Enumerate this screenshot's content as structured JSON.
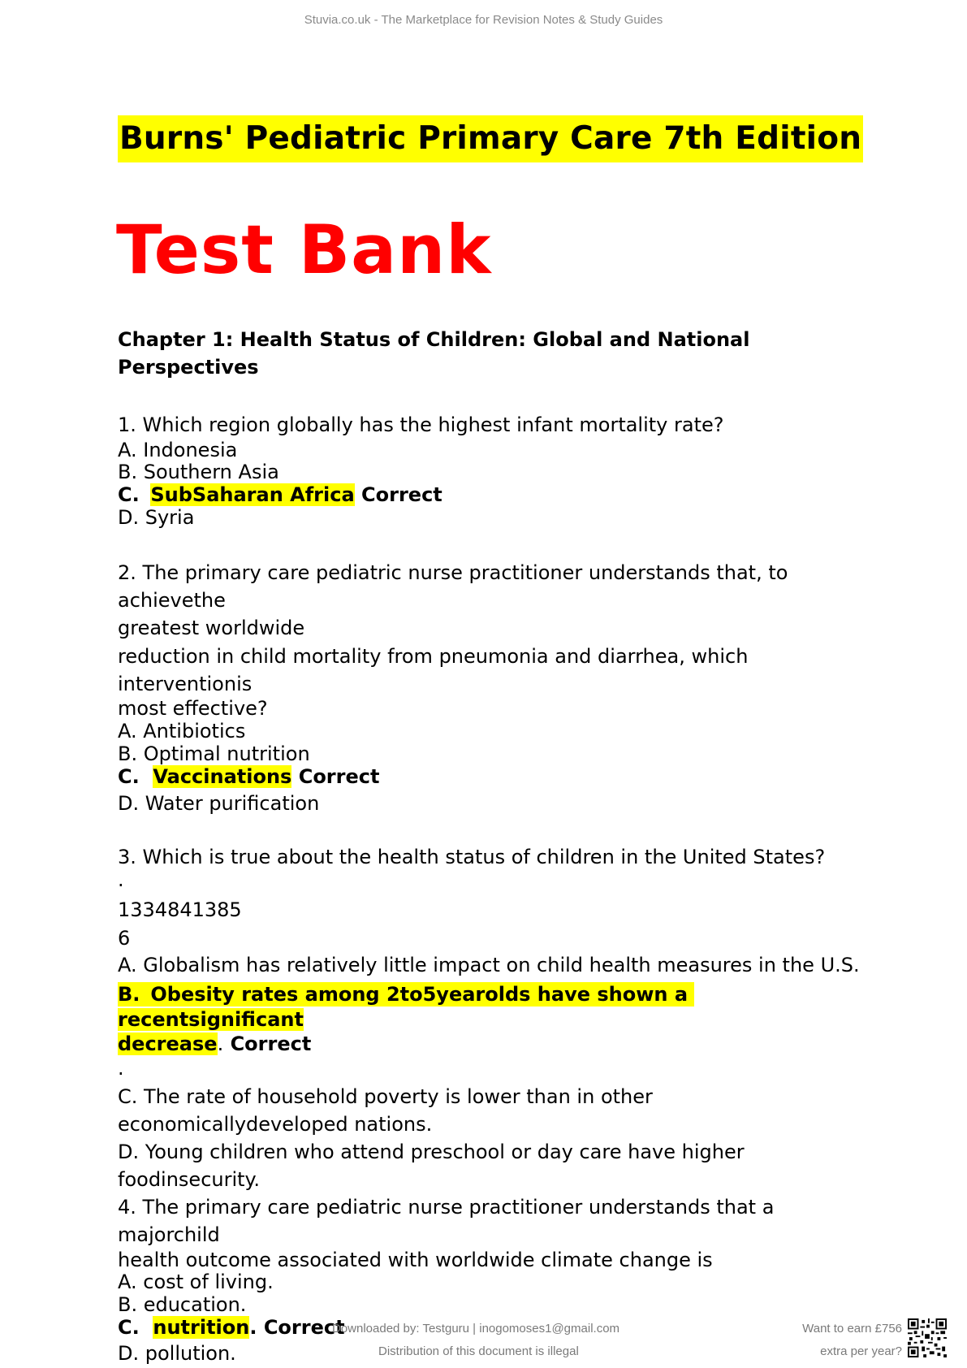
{
  "header": {
    "site_text": "Stuvia.co.uk - The Marketplace for Revision Notes & Study Guides"
  },
  "document": {
    "title": "Burns' Pediatric Primary Care 7th Edition",
    "subtitle": "Test Bank",
    "chapter_line1": "Chapter 1: Health Status of Children: Global and National",
    "chapter_line2": "Perspectives"
  },
  "q1": {
    "stem": "1.  Which region globally has the highest infant mortality rate?",
    "a": "A.  Indonesia",
    "b": "B.  Southern Asia",
    "c_label": "C.",
    "c_text": "SubSaharan Africa",
    "c_mark": "Correct",
    "d": "D.  Syria"
  },
  "q2": {
    "l1": "2.  The primary care pediatric nurse practitioner understands that, to",
    "l2": "achievethe",
    "l3": "greatest worldwide",
    "l4": "reduction in child mortality from pneumonia and diarrhea, which",
    "l5": "interventionis",
    "l6": "most effective?",
    "a": "A.  Antibiotics",
    "b": "B.  Optimal nutrition",
    "c_label": "C.",
    "c_text": "Vaccinations",
    "c_mark": "Correct",
    "d": "D.  Water purification"
  },
  "q3": {
    "stem": "3.  Which is true about the health status of children in the United States?",
    "dot1": ".",
    "code1": "1334841385",
    "code2": "6",
    "a": "A.  Globalism has relatively little impact on child health measures in the U.S.",
    "b_label": "B.",
    "b_text1": "Obesity rates among 2to5yearolds have shown a",
    "b_text2": "recentsignificant",
    "b_text3": "decrease",
    "b_period": ".",
    "b_mark": "Correct",
    "dot2": ".",
    "c1": "C.  The rate of household poverty is lower than in other",
    "c2": "economicallydeveloped nations.",
    "d1": "D.  Young children who attend preschool or day care have higher",
    "d2": "foodinsecurity."
  },
  "q4": {
    "l1": "4.  The primary care pediatric nurse practitioner understands that a",
    "l2": "majorchild",
    "l3": "health outcome associated with worldwide climate change is",
    "a": "A.  cost of living.",
    "b": "B.  education.",
    "c_label": "C.",
    "c_text": "nutrition",
    "c_mark": ". Correct",
    "d": "D.  pollution."
  },
  "footer": {
    "downloaded": "Downloaded by: Testguru | inogomoses1@gmail.com",
    "distribution": "Distribution of this document is illegal",
    "earn1": "Want to earn £756",
    "earn2": "extra per year?"
  }
}
